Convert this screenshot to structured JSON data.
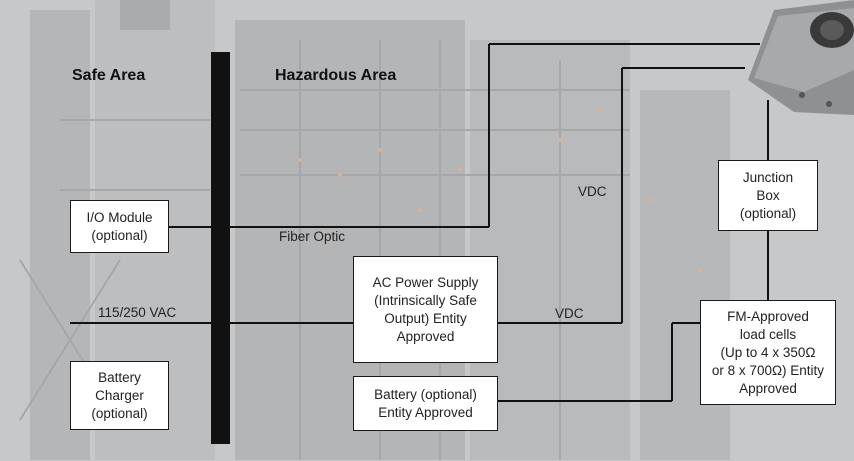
{
  "areas": {
    "safe": "Safe Area",
    "hazardous": "Hazardous Area"
  },
  "boxes": {
    "io_module": "I/O Module\n(optional)",
    "battery_charger": "Battery\nCharger\n(optional)",
    "ac_power_supply": "AC Power Supply\n(Intrinsically Safe\nOutput) Entity\nApproved",
    "battery": "Battery (optional)\nEntity Approved",
    "junction_box": "Junction\nBox\n(optional)",
    "load_cells": "FM-Approved\nload cells\n(Up to 4 x 350Ω\nor 8 x 700Ω) Entity\nApproved"
  },
  "labels": {
    "fiber_optic": "Fiber Optic",
    "vac": "115/250 VAC",
    "vdc_top": "VDC",
    "vdc_bottom": "VDC"
  },
  "colors": {
    "barrier": "#111111",
    "wire": "#111111",
    "box_fill": "#ffffff"
  }
}
